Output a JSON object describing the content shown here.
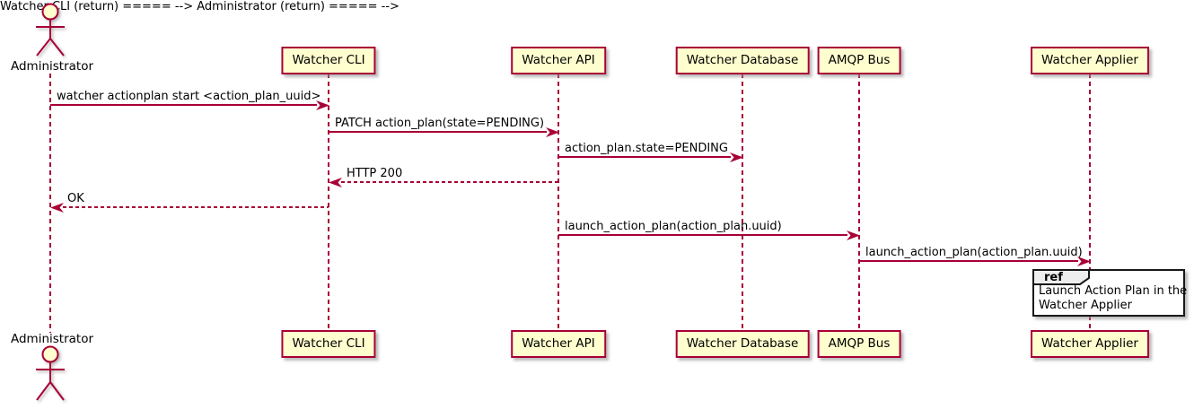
{
  "diagram": {
    "type": "sequence",
    "actor": {
      "name": "Administrator"
    },
    "participants": [
      {
        "name": "Watcher CLI"
      },
      {
        "name": "Watcher API"
      },
      {
        "name": "Watcher Database"
      },
      {
        "name": "AMQP Bus"
      },
      {
        "name": "Watcher Applier"
      }
    ],
    "messages": [
      {
        "from": "Administrator",
        "to": "Watcher CLI",
        "style": "solid",
        "label": "watcher actionplan start <action_plan_uuid>"
      },
      {
        "from": "Watcher CLI",
        "to": "Watcher API",
        "style": "solid",
        "label": "PATCH action_plan(state=PENDING)"
      },
      {
        "from": "Watcher API",
        "to": "Watcher Database",
        "style": "solid",
        "label": "action_plan.state=PENDING"
      },
      {
        "from": "Watcher API",
        "to": "Watcher CLI",
        "style": "dashed",
        "label": "HTTP 200"
      },
      {
        "from": "Watcher CLI",
        "to": "Administrator",
        "style": "dashed",
        "label": "OK"
      },
      {
        "from": "Watcher API",
        "to": "AMQP Bus",
        "style": "solid",
        "label": "launch_action_plan(action_plan.uuid)"
      },
      {
        "from": "AMQP Bus",
        "to": "Watcher Applier",
        "style": "solid",
        "label": "launch_action_plan(action_plan.uuid)"
      }
    ],
    "ref": {
      "keyword": "ref",
      "over": "Watcher Applier",
      "lines": [
        "Launch Action Plan in the",
        "Watcher Applier"
      ]
    },
    "colors": {
      "participant_fill": "#FEFECE",
      "participant_border": "#A80036",
      "lifeline": "#A80036",
      "arrow": "#A80036",
      "ref_border": "#181818",
      "ref_tab_fill": "#EEEEEE",
      "text": "#000000"
    }
  }
}
